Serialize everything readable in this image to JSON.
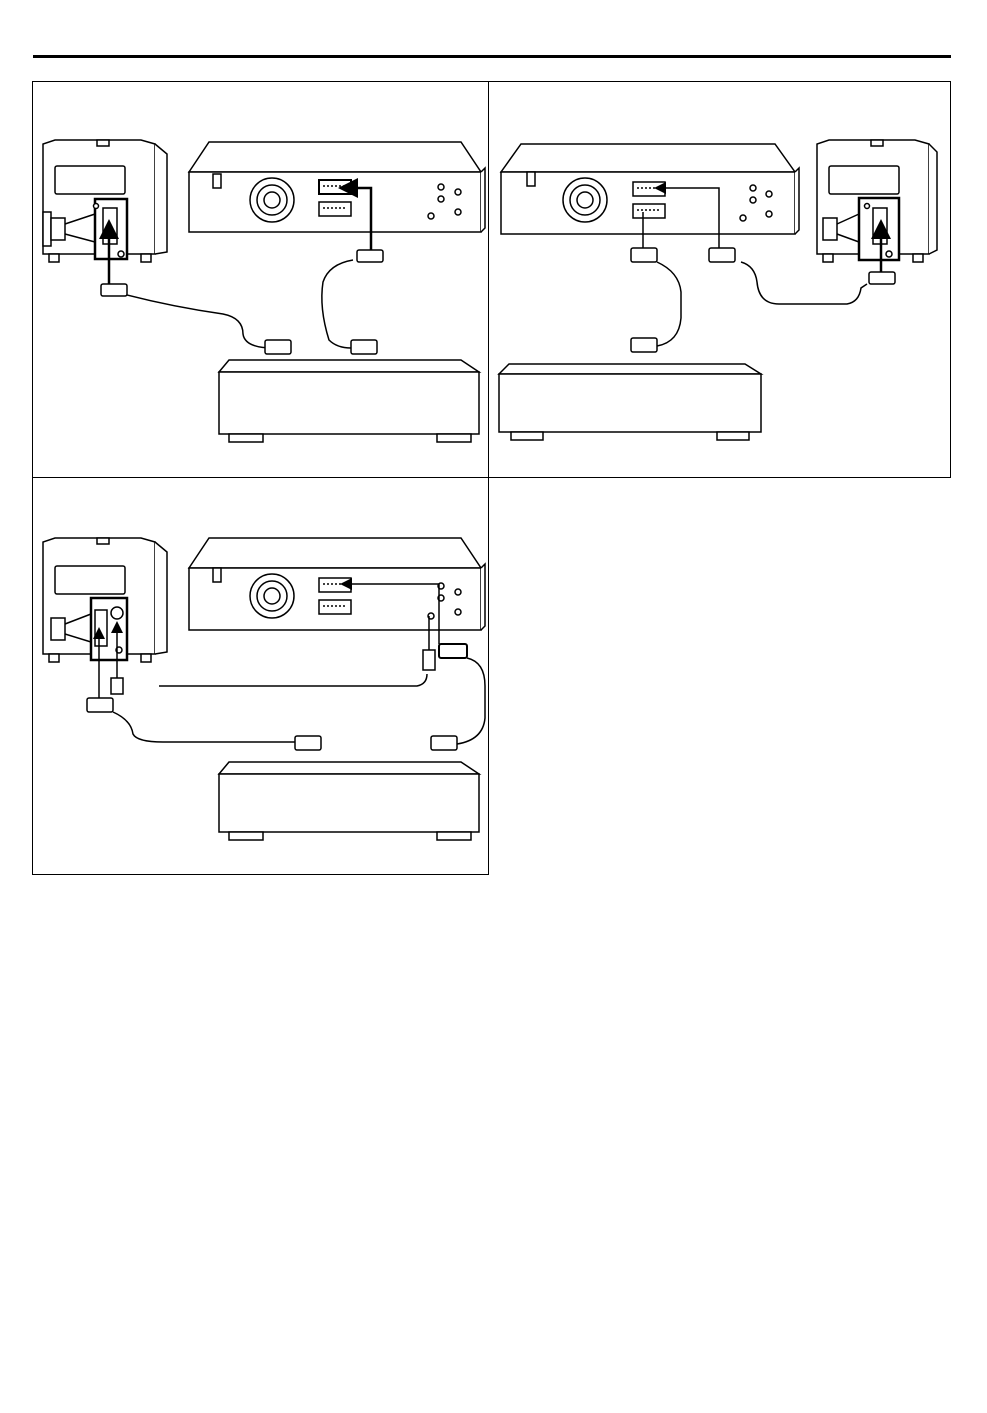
{
  "page": {
    "panels": [
      {
        "id": "a",
        "label": ""
      },
      {
        "id": "b",
        "label": ""
      },
      {
        "id": "c",
        "label": ""
      }
    ]
  }
}
